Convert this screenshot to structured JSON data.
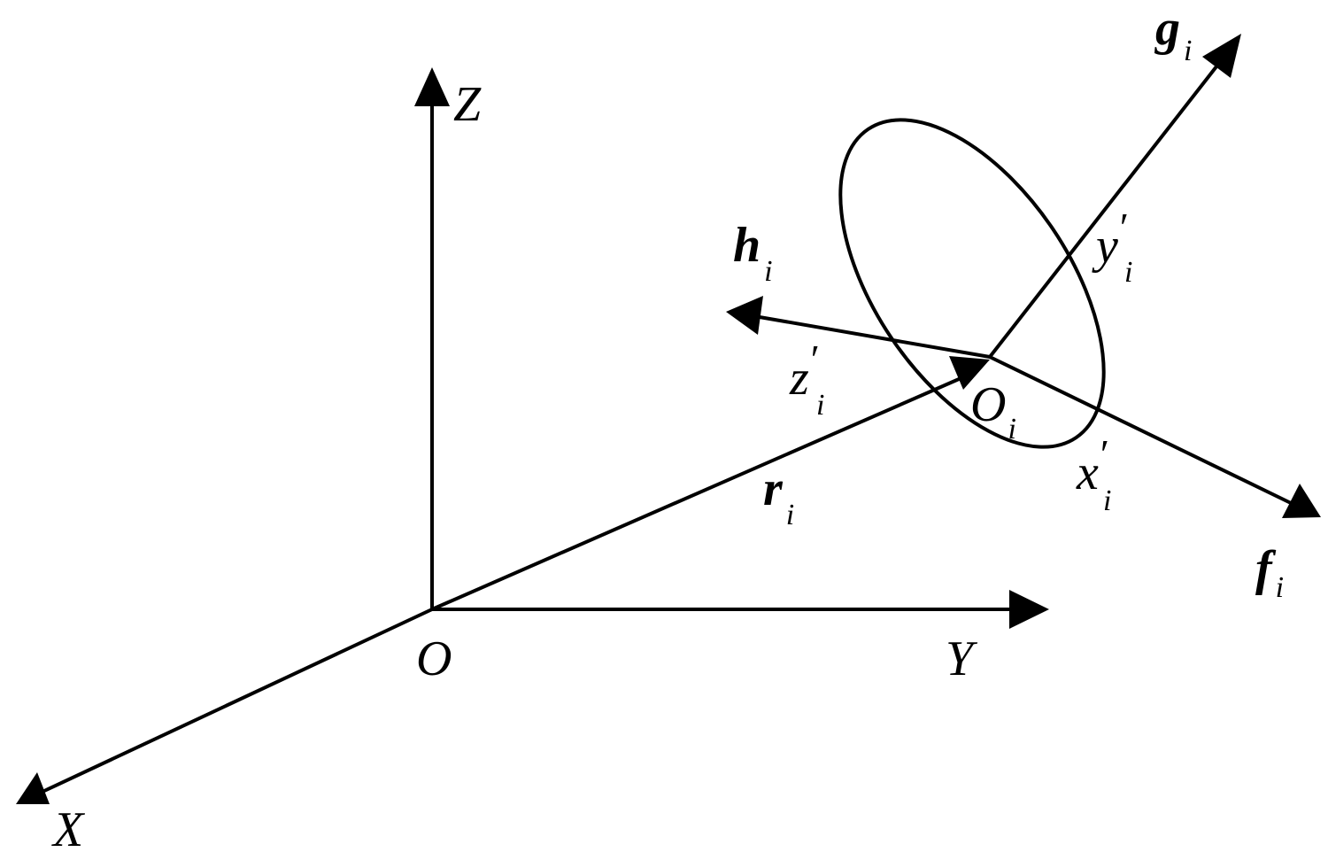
{
  "labels": {
    "origin": "O",
    "axis_x": "X",
    "axis_y": "Y",
    "axis_z": "Z",
    "vec_r": "r",
    "vec_r_sub": "i",
    "vec_g": "g",
    "vec_g_sub": "i",
    "vec_h": "h",
    "vec_h_sub": "i",
    "vec_f": "f",
    "vec_f_sub": "i",
    "local_origin": "O",
    "local_origin_sub": "i",
    "local_x": "x",
    "local_x_sub": "i",
    "local_y": "y",
    "local_y_sub": "i",
    "local_z": "z",
    "local_z_sub": "i",
    "prime": "′"
  },
  "colors": {
    "stroke": "#000000",
    "background": "#ffffff"
  }
}
